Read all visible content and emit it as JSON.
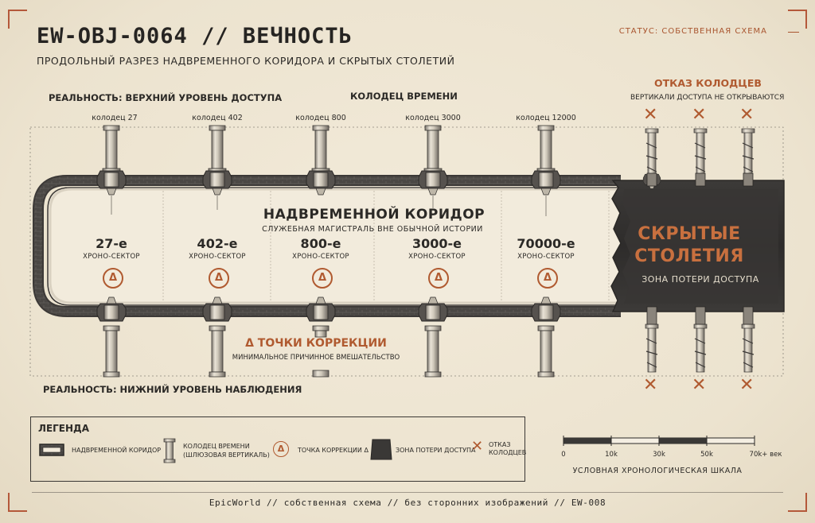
{
  "header": {
    "title": "EW-OBJ-0064 // ВЕЧНОСТЬ",
    "subtitle": "ПРОДОЛЬНЫЙ РАЗРЕЗ НАДВРЕМЕННОГО КОРИДОРА И СКРЫТЫХ СТОЛЕТИЙ",
    "status": "СТАТУС: СОБСТВЕННАЯ СХЕМА"
  },
  "levels": {
    "top": "РЕАЛЬНОСТЬ: ВЕРХНИЙ УРОВЕНЬ ДОСТУПА",
    "bottom": "РЕАЛЬНОСТЬ: НИЖНИЙ УРОВЕНЬ НАБЛЮДЕНИЯ"
  },
  "wells_label": "КОЛОДЕЦ ВРЕМЕНИ",
  "shafts": [
    "колодец 27",
    "колодец 402",
    "колодец 800",
    "колодец 3000",
    "колодец 12000"
  ],
  "corridor": {
    "title": "НАДВРЕМЕННОЙ КОРИДОР",
    "subtitle": "СЛУЖЕБНАЯ МАГИСТРАЛЬ ВНЕ ОБЫЧНОЙ ИСТОРИИ"
  },
  "sectors": [
    {
      "num": "27-е",
      "label": "ХРОНО-СЕКТОР"
    },
    {
      "num": "402-е",
      "label": "ХРОНО-СЕКТОР"
    },
    {
      "num": "800-е",
      "label": "ХРОНО-СЕКТОР"
    },
    {
      "num": "3000-е",
      "label": "ХРОНО-СЕКТОР"
    },
    {
      "num": "70000-е",
      "label": "ХРОНО-СЕКТОР"
    }
  ],
  "delta_symbol": "Δ",
  "x_symbol": "✕",
  "correction": {
    "title": "Δ ТОЧКИ КОРРЕКЦИИ",
    "subtitle": "МИНИМАЛЬНОЕ ПРИЧИННОЕ ВМЕШАТЕЛЬСТВО"
  },
  "hidden": {
    "title_line1": "СКРЫТЫЕ",
    "title_line2": "СТОЛЕТИЯ",
    "subtitle": "ЗОНА ПОТЕРИ ДОСТУПА"
  },
  "failure": {
    "title": "ОТКАЗ КОЛОДЦЕВ",
    "subtitle": "ВЕРТИКАЛИ ДОСТУПА НЕ ОТКРЫВАЮТСЯ"
  },
  "legend": {
    "title": "ЛЕГЕНДА",
    "corridor": "НАДВРЕМЕННОЙ КОРИДОР",
    "well_line1": "КОЛОДЕЦ ВРЕМЕНИ",
    "well_line2": "(ШЛЮЗОВАЯ ВЕРТИКАЛЬ)",
    "correction": "ТОЧКА КОРРЕКЦИИ Δ",
    "loss_zone": "ЗОНА ПОТЕРИ ДОСТУПА",
    "failure_line1": "ОТКАЗ",
    "failure_line2": "КОЛОДЦЕВ"
  },
  "scale": {
    "ticks": [
      "0",
      "10k",
      "30k",
      "50k",
      "70k+ век"
    ],
    "caption": "УСЛОВНАЯ ХРОНОЛОГИЧЕСКАЯ ШКАЛА"
  },
  "footer": "EpicWorld  //  собственная схема  //  без сторонних изображений  //  EW-008",
  "colors": {
    "accent": "#b05a30",
    "ink": "#2b2926",
    "dark_zone": "#3a3836",
    "paper": "#efe6d3"
  }
}
